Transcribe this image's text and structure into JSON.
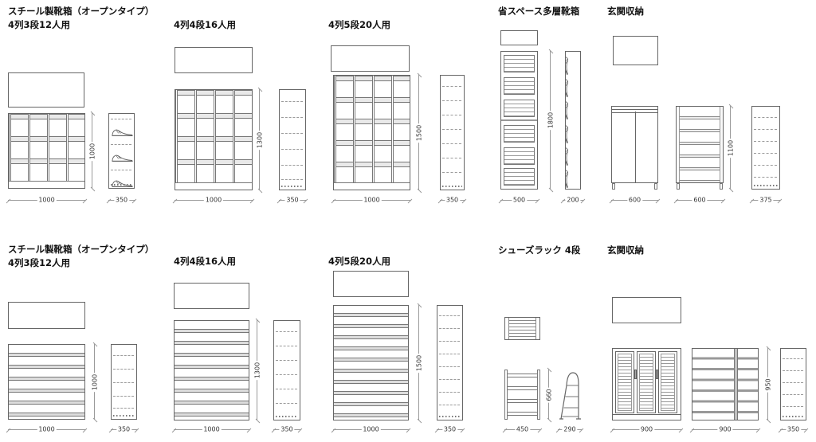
{
  "sheet": {
    "background": "#ffffff",
    "colors": {
      "line": "#666666",
      "dim_line": "#9a9a9a",
      "band_fill": "#dddddd",
      "text": "#1a1a1a"
    },
    "icons": {
      "shoe": "sneaker-side-profile"
    }
  },
  "groups": [
    {
      "id": "steel-open-12",
      "title": "スチール製靴箱（オープンタイプ）",
      "subtitle": "4列3段12人用",
      "dims": {
        "front_w": "1000",
        "front_h": "1000",
        "side_w": "350"
      }
    },
    {
      "id": "steel-open-16",
      "subtitle": "4列4段16人用",
      "dims": {
        "front_w": "1000",
        "front_h": "1300",
        "side_w": "350"
      }
    },
    {
      "id": "steel-open-20",
      "subtitle": "4列5段20人用",
      "dims": {
        "front_w": "1000",
        "front_h": "1500",
        "side_w": "350"
      }
    },
    {
      "id": "space-saving-multilayer",
      "title": "省スペース多層靴箱",
      "dims": {
        "front_w": "500",
        "front_h": "1800",
        "side_w": "200"
      }
    },
    {
      "id": "entry-storage-top",
      "title": "玄関収納",
      "dims": {
        "cab1_w": "600",
        "cab2_w": "600",
        "cab2_h": "1100",
        "side_w": "375"
      }
    },
    {
      "id": "steel-open-12-shelf",
      "title": "スチール製靴箱（オープンタイプ）",
      "subtitle": "4列3段12人用",
      "dims": {
        "front_w": "1000",
        "front_h": "1000",
        "side_w": "350"
      }
    },
    {
      "id": "steel-open-16-shelf",
      "subtitle": "4列4段16人用",
      "dims": {
        "front_w": "1000",
        "front_h": "1300",
        "side_w": "350"
      }
    },
    {
      "id": "steel-open-20-shelf",
      "subtitle": "4列5段20人用",
      "dims": {
        "front_w": "1000",
        "front_h": "1500",
        "side_w": "350"
      }
    },
    {
      "id": "shoe-rack-4",
      "title": "シューズラック 4段",
      "dims": {
        "front_w": "450",
        "front_h": "660",
        "side_w": "290"
      }
    },
    {
      "id": "entry-storage-bottom",
      "title": "玄関収納",
      "dims": {
        "cab1_w": "900",
        "cab2_w": "900",
        "cab2_h": "950",
        "side_w": "350"
      }
    }
  ]
}
